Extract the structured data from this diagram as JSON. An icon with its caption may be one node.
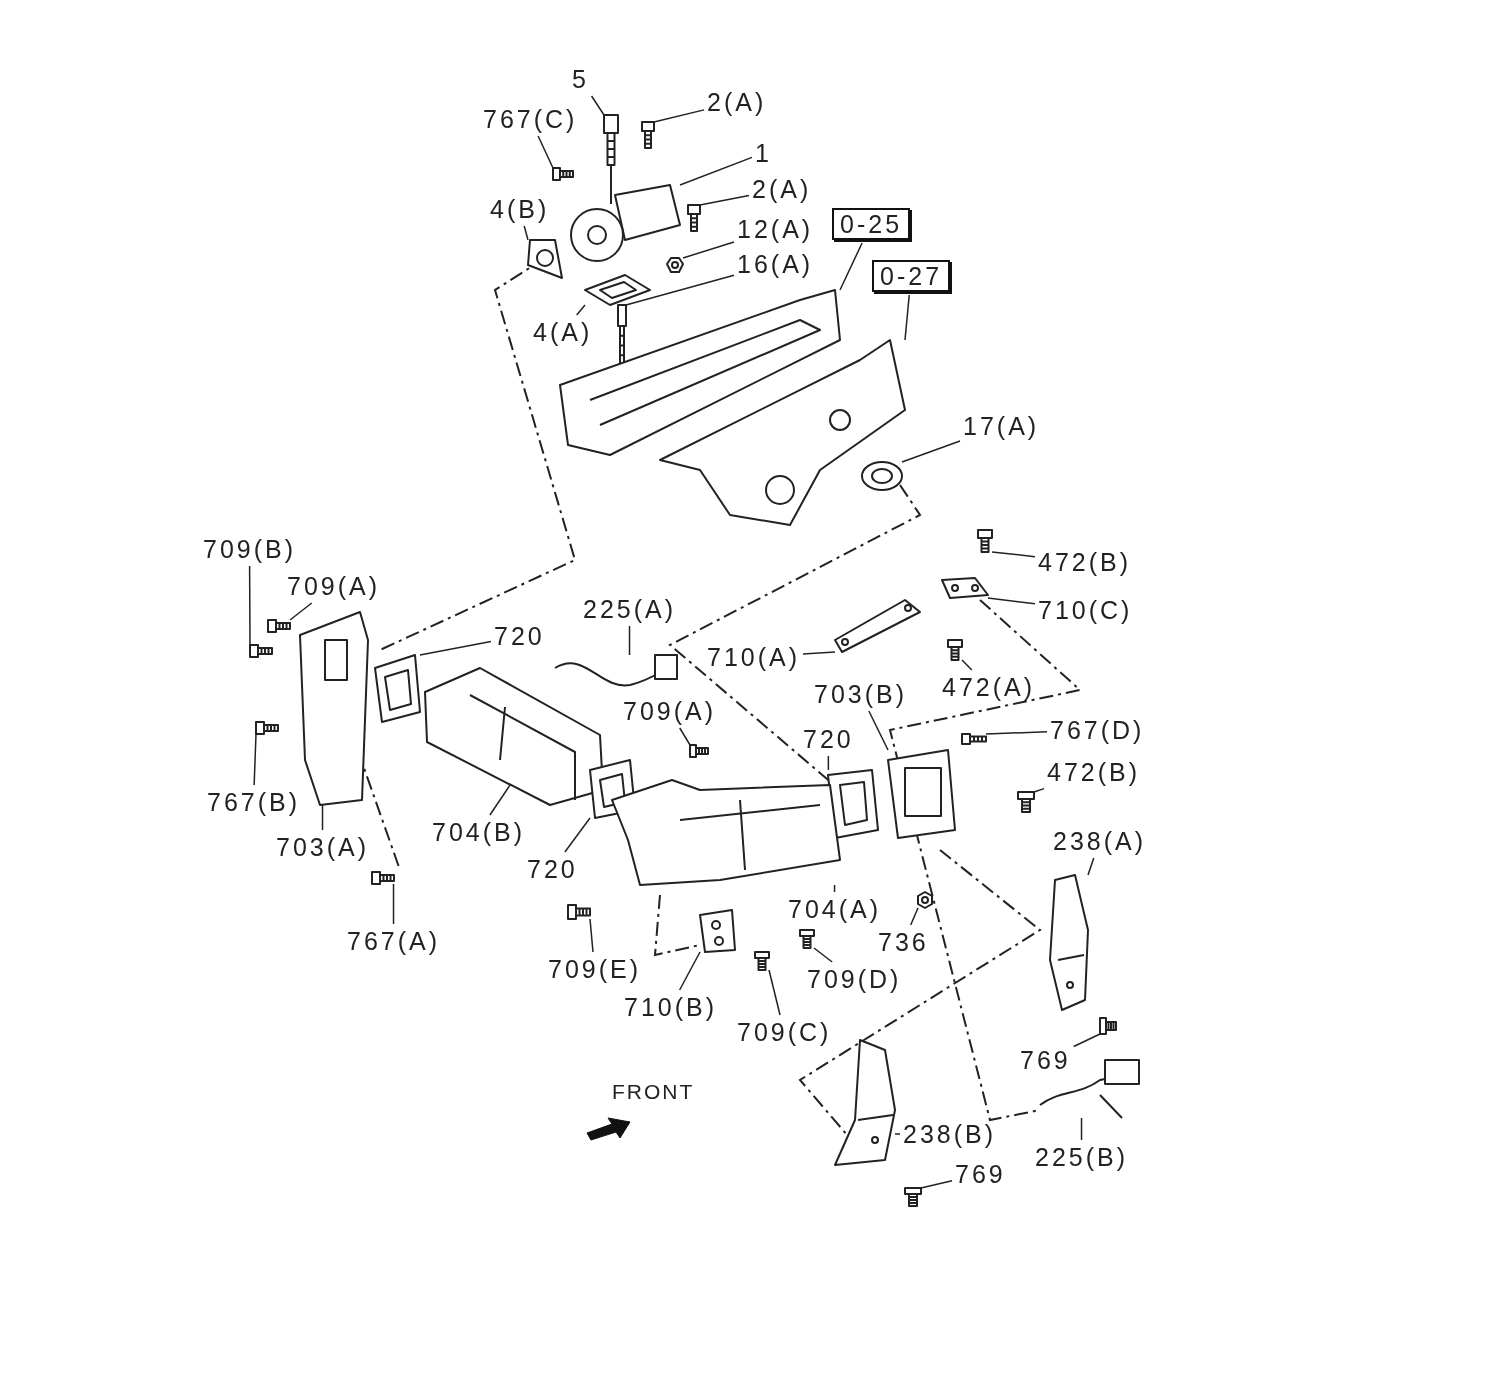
{
  "diagram": {
    "nodes": [
      {
        "text": [
          "5"
        ]
      },
      {
        "text": [
          "767(C)"
        ]
      },
      {
        "text": [
          "2(A)"
        ]
      },
      {
        "text": [
          "1"
        ]
      },
      {
        "text": [
          "2(A)"
        ]
      },
      {
        "text": [
          "4(B)"
        ]
      },
      {
        "text": [
          "12(A)"
        ]
      },
      {
        "text": [
          "16(A)"
        ]
      },
      {
        "text": [
          "0-25"
        ]
      },
      {
        "text": [
          "0-27"
        ]
      },
      {
        "text": [
          "4(A)"
        ]
      },
      {
        "text": [
          "17(A)"
        ]
      },
      {
        "text": [
          "709(B)"
        ]
      },
      {
        "text": [
          "709(A)"
        ]
      },
      {
        "text": [
          "720"
        ]
      },
      {
        "text": [
          "225(A)"
        ]
      },
      {
        "text": [
          "710(A)"
        ]
      },
      {
        "text": [
          "472(B)"
        ]
      },
      {
        "text": [
          "710(C)"
        ]
      },
      {
        "text": [
          "472(A)"
        ]
      },
      {
        "text": [
          "709(A)"
        ]
      },
      {
        "text": [
          "703(B)"
        ]
      },
      {
        "text": [
          "720"
        ]
      },
      {
        "text": [
          "767(D)"
        ]
      },
      {
        "text": [
          "472(B)"
        ]
      },
      {
        "text": [
          "767(B)"
        ]
      },
      {
        "text": [
          "704(B)"
        ]
      },
      {
        "text": [
          "703(A)"
        ]
      },
      {
        "text": [
          "720"
        ]
      },
      {
        "text": [
          "238(A)"
        ]
      },
      {
        "text": [
          "704(A)"
        ]
      },
      {
        "text": [
          "736"
        ]
      },
      {
        "text": [
          "767(A)"
        ]
      },
      {
        "text": [
          "709(E)"
        ]
      },
      {
        "text": [
          "709(D)"
        ]
      },
      {
        "text": [
          "710(B)"
        ]
      },
      {
        "text": [
          "709(C)"
        ]
      },
      {
        "text": [
          "769"
        ]
      },
      {
        "text": [
          "238(B)"
        ]
      },
      {
        "text": [
          "769"
        ]
      },
      {
        "text": [
          "225(B)"
        ]
      },
      {
        "text": [],
        "shape": "picture"
      },
      {
        "text": [],
        "shape": "picture"
      },
      {
        "text": [],
        "shape": "picture"
      },
      {
        "text": [],
        "shape": "picture"
      },
      {
        "text": [],
        "shape": "picture"
      },
      {
        "text": [],
        "shape": "picture"
      },
      {
        "text": [],
        "shape": "picture"
      },
      {
        "text": [],
        "shape": "picture"
      },
      {
        "text": [],
        "shape": "picture"
      },
      {
        "text": [],
        "shape": "picture"
      },
      {
        "text": [],
        "shape": "picture"
      },
      {
        "text": [],
        "shape": "picture"
      },
      {
        "text": [],
        "shape": "picture"
      },
      {
        "text": [],
        "shape": "picture"
      },
      {
        "text": [],
        "shape": "picture"
      },
      {
        "text": [],
        "shape": "picture"
      },
      {
        "text": [],
        "shape": "picture"
      },
      {
        "text": [],
        "shape": "picture"
      },
      {
        "text": [],
        "shape": "picture"
      },
      {
        "text": [],
        "shape": "picture"
      },
      {
        "text": [],
        "shape": "picture"
      },
      {
        "text": [],
        "shape": "picture"
      },
      {
        "text": [],
        "shape": "picture"
      },
      {
        "text": [],
        "shape": "picture"
      },
      {
        "text": [],
        "shape": "picture"
      },
      {
        "text": [],
        "shape": "picture"
      },
      {
        "text": [],
        "shape": "picture"
      },
      {
        "text": [],
        "shape": "picture"
      },
      {
        "text": [],
        "shape": "picture"
      },
      {
        "text": [],
        "shape": "picture"
      },
      {
        "text": [],
        "shape": "picture"
      },
      {
        "text": [],
        "shape": "picture"
      },
      {
        "text": [],
        "shape": "picture"
      },
      {
        "text": [],
        "shape": "picture"
      },
      {
        "text": [],
        "shape": "picture"
      },
      {
        "text": [],
        "shape": "picture"
      },
      {
        "text": [],
        "shape": "picture"
      },
      {
        "text": [],
        "shape": "picture"
      },
      {
        "text": [],
        "shape": "picture"
      },
      {
        "text": [],
        "shape": "picture"
      },
      {
        "text": [],
        "shape": "picture"
      }
    ],
    "edges": [
      {
        "from": 0,
        "to": 41,
        "arrow": "none"
      },
      {
        "from": 1,
        "to": 42,
        "arrow": "none"
      },
      {
        "from": 2,
        "to": 43,
        "arrow": "none"
      },
      {
        "from": 3,
        "to": 44,
        "arrow": "none"
      },
      {
        "from": 4,
        "to": 45,
        "arrow": "none"
      },
      {
        "from": 5,
        "to": 46,
        "arrow": "none"
      },
      {
        "from": 6,
        "to": 47,
        "arrow": "none"
      },
      {
        "from": 7,
        "to": 48,
        "arrow": "none"
      },
      {
        "from": 8,
        "to": 49,
        "arrow": "none"
      },
      {
        "from": 9,
        "to": 50,
        "arrow": "none"
      },
      {
        "from": 10,
        "to": 51,
        "arrow": "none"
      },
      {
        "from": 11,
        "to": 52,
        "arrow": "none"
      },
      {
        "from": 12,
        "to": 53,
        "arrow": "none"
      },
      {
        "from": 13,
        "to": 54,
        "arrow": "none"
      },
      {
        "from": 14,
        "to": 55,
        "arrow": "none"
      },
      {
        "from": 15,
        "to": 56,
        "arrow": "none"
      },
      {
        "from": 16,
        "to": 57,
        "arrow": "none"
      },
      {
        "from": 17,
        "to": 58,
        "arrow": "none"
      },
      {
        "from": 18,
        "to": 59,
        "arrow": "none"
      },
      {
        "from": 19,
        "to": 60,
        "arrow": "none"
      },
      {
        "from": 20,
        "to": 61,
        "arrow": "none"
      },
      {
        "from": 21,
        "to": 62,
        "arrow": "none"
      },
      {
        "from": 22,
        "to": 63,
        "arrow": "none"
      },
      {
        "from": 23,
        "to": 64,
        "arrow": "none"
      },
      {
        "from": 24,
        "to": 65,
        "arrow": "none"
      },
      {
        "from": 25,
        "to": 66,
        "arrow": "none"
      },
      {
        "from": 26,
        "to": 67,
        "arrow": "none"
      },
      {
        "from": 27,
        "to": 68,
        "arrow": "none"
      },
      {
        "from": 28,
        "to": 69,
        "arrow": "none"
      },
      {
        "from": 29,
        "to": 70,
        "arrow": "none"
      },
      {
        "from": 30,
        "to": 71,
        "arrow": "none"
      },
      {
        "from": 31,
        "to": 72,
        "arrow": "none"
      },
      {
        "from": 32,
        "to": 73,
        "arrow": "none"
      },
      {
        "from": 33,
        "to": 74,
        "arrow": "none"
      },
      {
        "from": 34,
        "to": 75,
        "arrow": "none"
      },
      {
        "from": 35,
        "to": 76,
        "arrow": "none"
      },
      {
        "from": 36,
        "to": 77,
        "arrow": "none"
      },
      {
        "from": 37,
        "to": 78,
        "arrow": "none"
      },
      {
        "from": 38,
        "to": 79,
        "arrow": "none"
      },
      {
        "from": 39,
        "to": 80,
        "arrow": "none"
      },
      {
        "from": 40,
        "to": 81,
        "arrow": "none"
      }
    ],
    "labels": [
      "FRONT"
    ]
  }
}
